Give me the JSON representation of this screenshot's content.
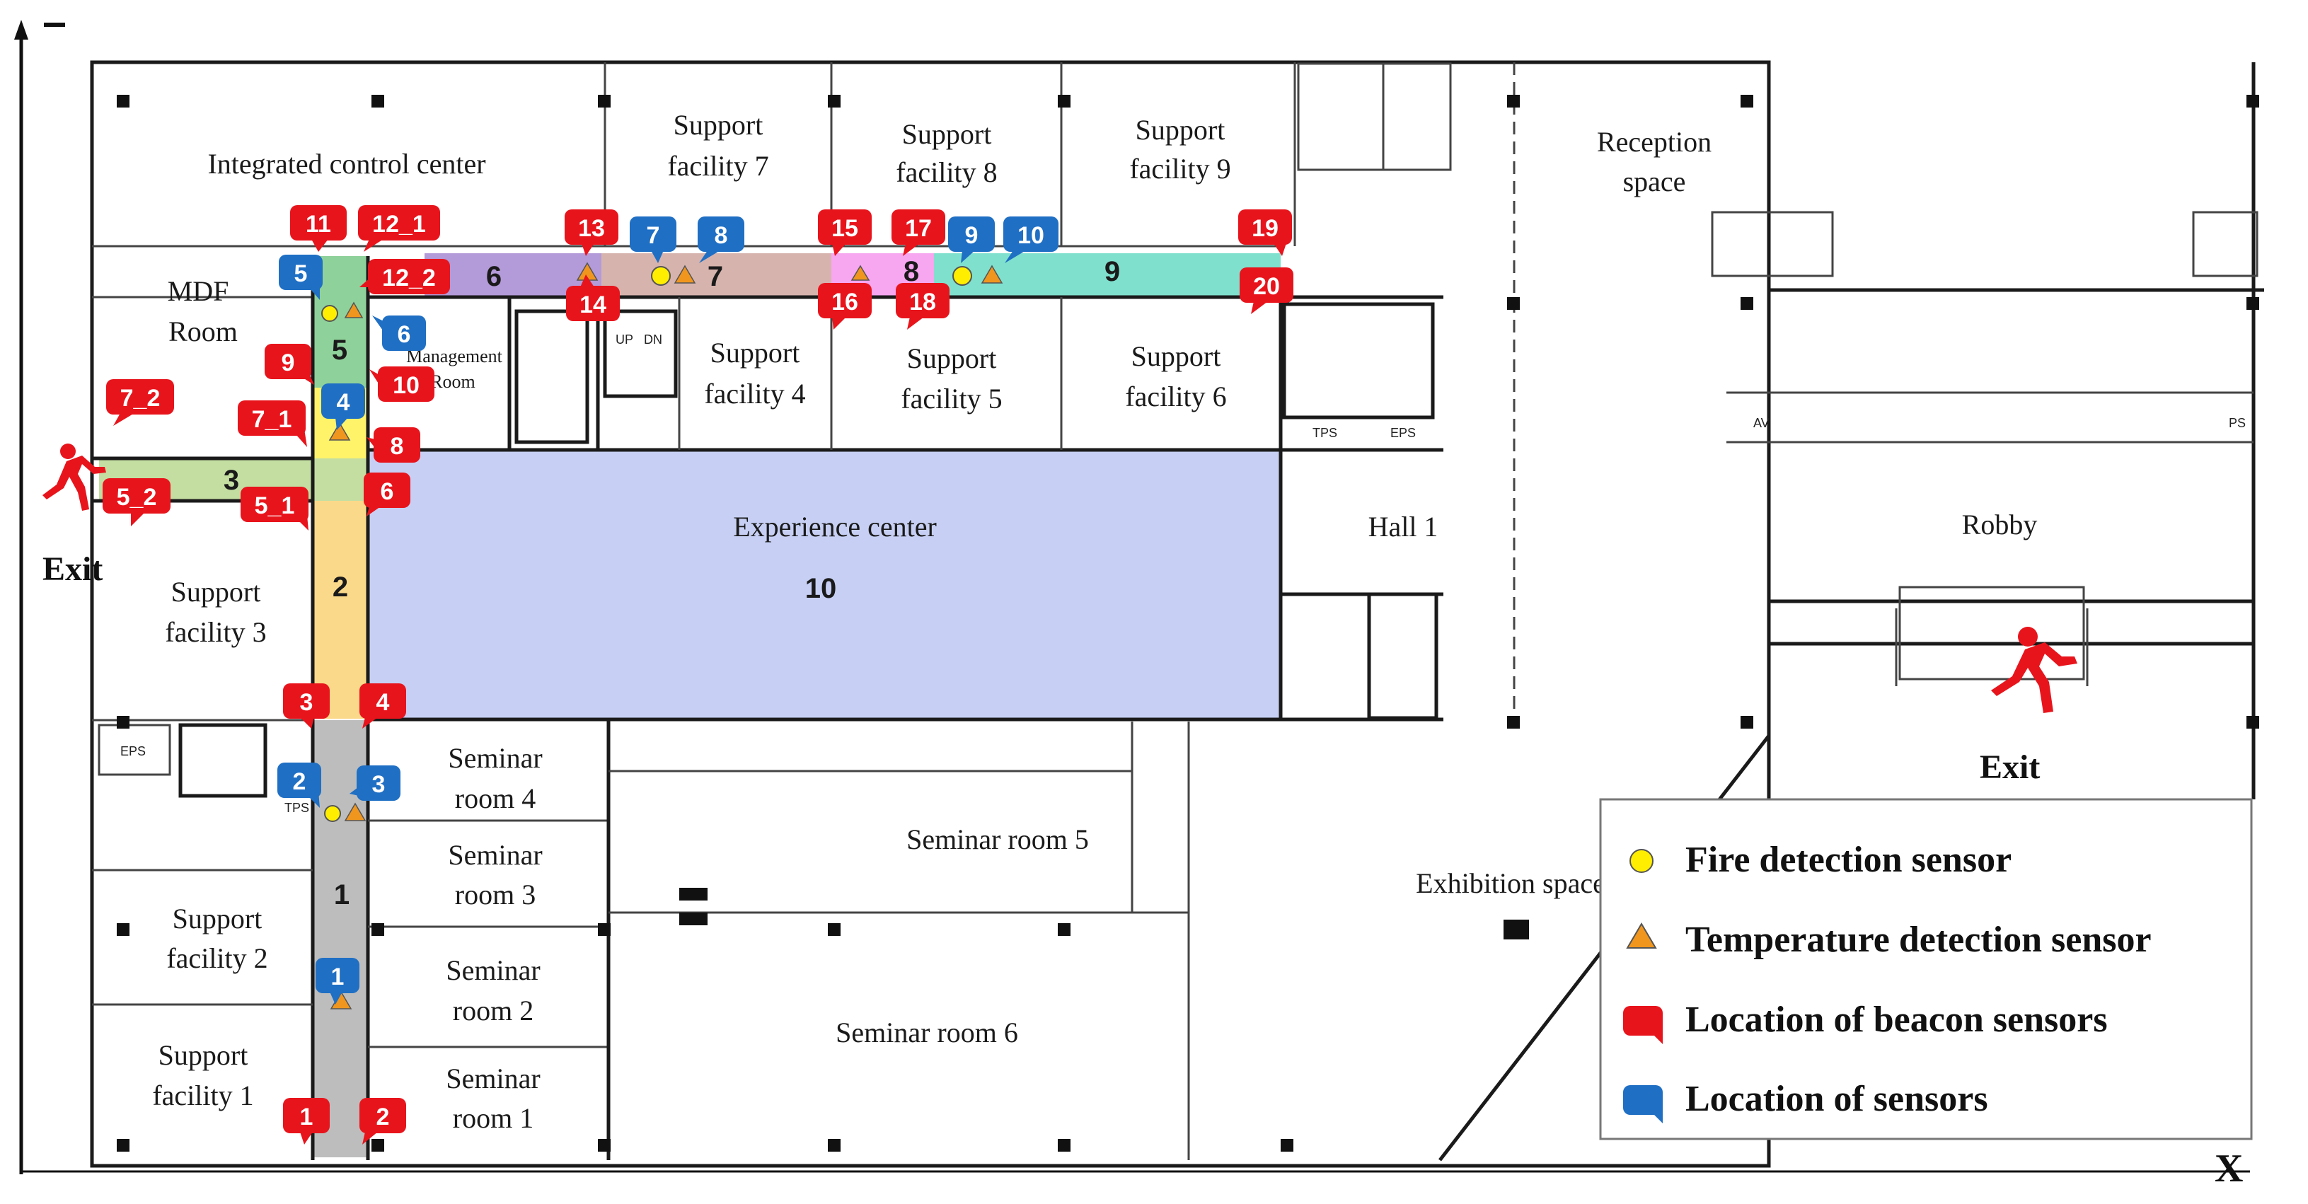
{
  "rooms": {
    "integrated_control_center": "Integrated control center",
    "support_facility_7": [
      "Support",
      "facility 7"
    ],
    "support_facility_8": [
      "Support",
      "facility 8"
    ],
    "support_facility_9": [
      "Support",
      "facility 9"
    ],
    "reception_space": [
      "Reception",
      "space"
    ],
    "mdf_room": [
      "MDF",
      "Room"
    ],
    "management_room": [
      "Management",
      "Room"
    ],
    "support_facility_4": [
      "Support",
      "facility 4"
    ],
    "support_facility_5": [
      "Support",
      "facility 5"
    ],
    "support_facility_6": [
      "Support",
      "facility 6"
    ],
    "experience_center": "Experience center",
    "hall_1": "Hall 1",
    "robby": "Robby",
    "support_facility_3": [
      "Support",
      "facility 3"
    ],
    "seminar_room_4": [
      "Seminar",
      "room 4"
    ],
    "seminar_room_3": [
      "Seminar",
      "room 3"
    ],
    "seminar_room_2": [
      "Seminar",
      "room 2"
    ],
    "seminar_room_1": [
      "Seminar",
      "room 1"
    ],
    "seminar_room_5": "Seminar room 5",
    "seminar_room_6": "Seminar room 6",
    "support_facility_2": [
      "Support",
      "facility 2"
    ],
    "support_facility_1": [
      "Support",
      "facility 1"
    ],
    "exhibition_space": "Exhibition space"
  },
  "small_labels": {
    "eps": "EPS",
    "tps": "TPS",
    "up": "UP",
    "dn": "DN",
    "av": "AV",
    "ps": "PS"
  },
  "corridors": [
    "1",
    "2",
    "3",
    "5",
    "6",
    "7",
    "8",
    "9",
    "10"
  ],
  "exit_label": "Exit",
  "axis": {
    "x": "X"
  },
  "beacon_labels": [
    "1",
    "2",
    "3",
    "4",
    "5_1",
    "5_2",
    "6",
    "7_1",
    "7_2",
    "8",
    "9",
    "10",
    "11",
    "12_1",
    "12_2",
    "13",
    "14",
    "15",
    "16",
    "17",
    "18",
    "19",
    "20"
  ],
  "sensor_labels": [
    "1",
    "2",
    "3",
    "4",
    "5",
    "6",
    "7",
    "8",
    "9",
    "10"
  ],
  "legend": {
    "fire": "Fire detection sensor",
    "temperature": "Temperature detection sensor",
    "beacon": "Location of beacon sensors",
    "sensor": "Location of sensors"
  },
  "colors": {
    "beacon": "#e8141c",
    "sensor": "#1f6fc4",
    "fire": "#ffee00",
    "temperature": "#f0961e",
    "corridor_1": "#bdbdbd",
    "corridor_2": "#fbd98a",
    "corridor_3": "#c4dea2",
    "corridor_5": "#8fd19a",
    "corridor_6": "#b39ad8",
    "corridor_7": "#d7b3ad",
    "corridor_8": "#f7a6f0",
    "corridor_9": "#7fe0cd",
    "experience_center": "#c7d0f4",
    "corridor_4": "#fff36a"
  }
}
